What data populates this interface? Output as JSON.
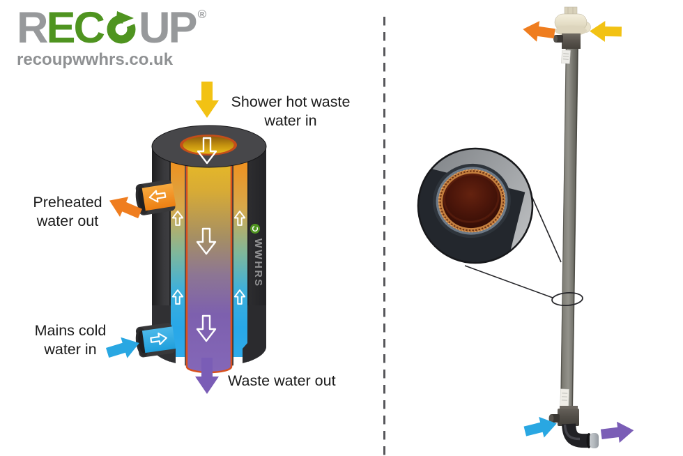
{
  "logo": {
    "part_gray_1": "R",
    "part_green": "EC",
    "part_gray_2": "UP",
    "registered_mark": "®",
    "url": "recoupwwhrs.co.uk"
  },
  "colors": {
    "brand_green": "#4f9420",
    "brand_gray": "#97999b",
    "hot_yellow": "#f2c214",
    "preheat_orange": "#ef7d1f",
    "cold_blue": "#29a7e2",
    "waste_purple": "#7a5db6",
    "copper": "#d9511d",
    "label_text": "#1b1b1b"
  },
  "diagram": {
    "vessel_brand": "WWHRS",
    "labels": {
      "shower_in": {
        "lines": [
          "Shower hot waste",
          "water in"
        ]
      },
      "preheated_out": {
        "lines": [
          "Preheated",
          "water out"
        ]
      },
      "mains_in": {
        "lines": [
          "Mains cold",
          "water in"
        ]
      },
      "waste_out": {
        "lines": [
          "Waste water out"
        ]
      }
    }
  }
}
